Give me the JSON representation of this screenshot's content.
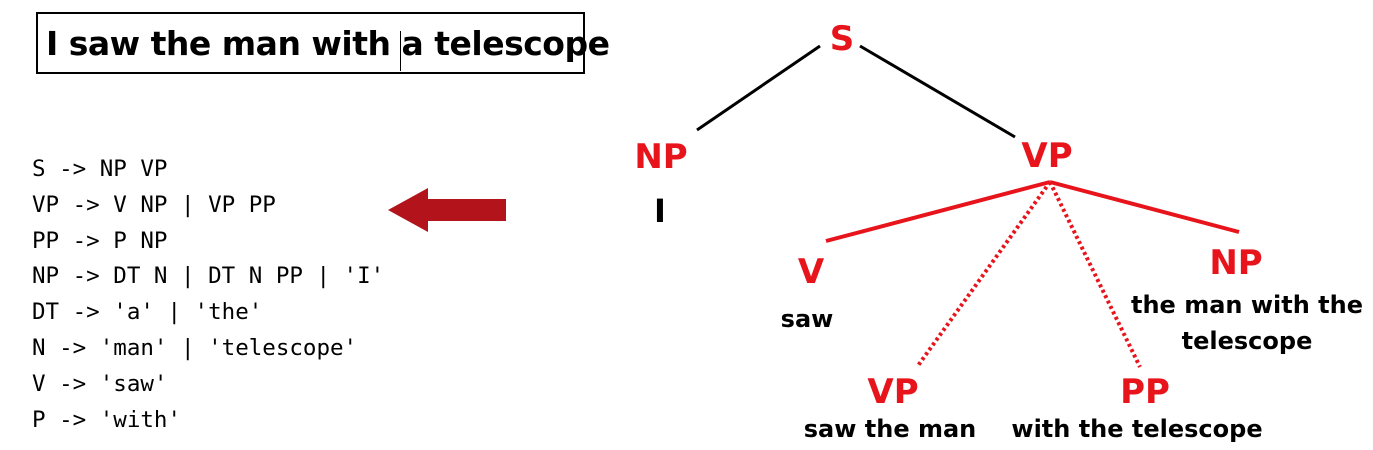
{
  "sentence": "I saw the man with a telescope",
  "grammar_rules": [
    "S -> NP VP",
    "VP -> V NP | VP PP",
    "PP -> P NP",
    "NP -> DT N | DT N PP | 'I'",
    "DT -> 'a' | 'the'",
    "N -> 'man' | 'telescope'",
    "V -> 'saw'",
    "P -> 'with'"
  ],
  "tree": {
    "root": "S",
    "np_top": "NP",
    "np_top_leaf": "I",
    "vp_top": "VP",
    "v": "V",
    "v_leaf": "saw",
    "np_obj": "NP",
    "np_obj_leaf_1": "the man with the",
    "np_obj_leaf_2": "telescope",
    "vp_alt": "VP",
    "vp_alt_leaf": "saw the man",
    "pp_alt": "PP",
    "pp_alt_leaf": "with the telescope"
  },
  "colors": {
    "node_red": "#e8141b",
    "arrow_red": "#b3141b",
    "text_black": "#000000"
  },
  "icons": {
    "pointer": "left-arrow-icon"
  }
}
